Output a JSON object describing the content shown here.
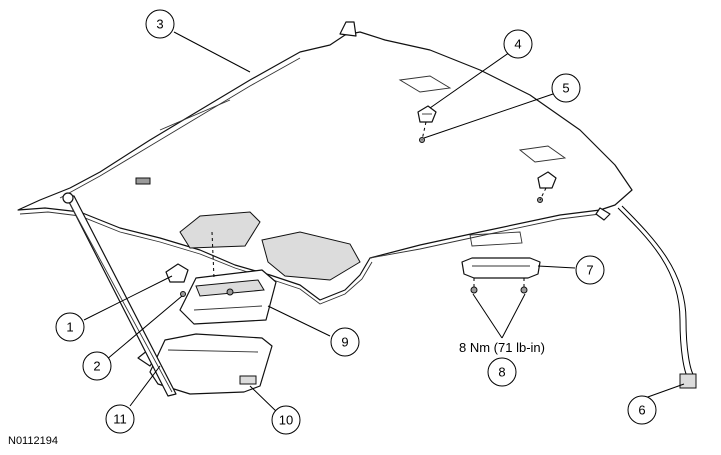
{
  "callouts": [
    {
      "num": "1"
    },
    {
      "num": "2"
    },
    {
      "num": "3"
    },
    {
      "num": "4"
    },
    {
      "num": "5"
    },
    {
      "num": "6"
    },
    {
      "num": "7"
    },
    {
      "num": "8"
    },
    {
      "num": "9"
    },
    {
      "num": "10"
    },
    {
      "num": "11"
    }
  ],
  "torque_spec": "8 Nm (71 lb-in)",
  "figure_id": "N0112194"
}
